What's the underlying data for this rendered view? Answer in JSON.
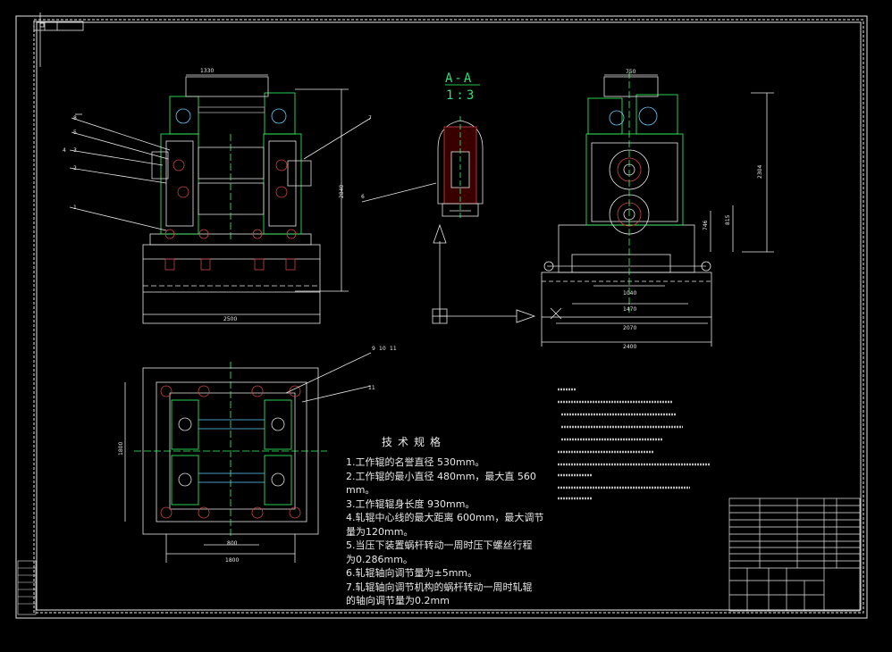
{
  "section_view": {
    "label": "A-A",
    "scale": "1:3"
  },
  "tech_spec": {
    "title": "技术规格",
    "lines": [
      "1.工作辊的名誉直径 530mm。",
      "2.工作辊的最小直径 480mm，最大直 560",
      "mm。",
      "3.工作辊辊身长度 930mm。",
      "4.轧辊中心线的最大距离 600mm，最大调节",
      "量为120mm。",
      "5.当压下装置蜗杆转动一周时压下螺丝行程",
      "为0.286mm。",
      "6.轧辊轴向调节量为±5mm。",
      "7.轧辊轴向调节机构的蜗杆转动一周时轧辊",
      "的轴向调节量为0.2mm"
    ]
  },
  "dimensions": {
    "front_top": "1330",
    "front_bottom": "2500",
    "front_height": "2840",
    "side_top": "750",
    "side_height": "2304",
    "side_h2": "815",
    "side_h3": "746",
    "side_w1": "1040",
    "side_w2": "1470",
    "side_w3": "2070",
    "side_w4": "2400",
    "plan_left": "1800",
    "plan_inner": "800",
    "plan_bottom": "1800"
  },
  "part_labels": [
    "8",
    "5",
    "4",
    "3",
    "2",
    "1",
    "7",
    "6",
    "9",
    "10",
    "11",
    "11"
  ]
}
